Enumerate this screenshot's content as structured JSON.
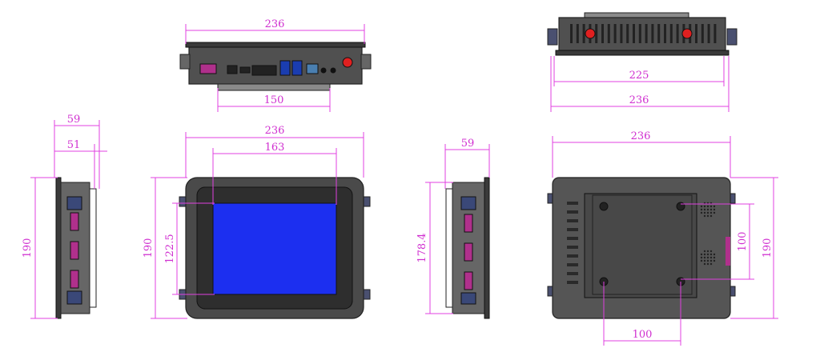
{
  "colors": {
    "dimension": "#e040e0",
    "screen": "#1c2ff0",
    "body": "#505050",
    "port_magenta": "#b0308c",
    "led_red": "#e02020"
  },
  "views": {
    "top_rear": {
      "width": "236",
      "base": "150"
    },
    "top_right": {
      "inner": "225",
      "outer": "236"
    },
    "side_left": {
      "depth_outer": "59",
      "depth_inner": "51",
      "height": "190"
    },
    "front": {
      "width": "236",
      "screen_width": "163",
      "height": "190",
      "screen_height": "122.5"
    },
    "side_mid": {
      "depth": "59",
      "height": "178.4"
    },
    "back": {
      "width": "236",
      "vesa_h": "100",
      "vesa_v": "100",
      "height": "190"
    }
  }
}
